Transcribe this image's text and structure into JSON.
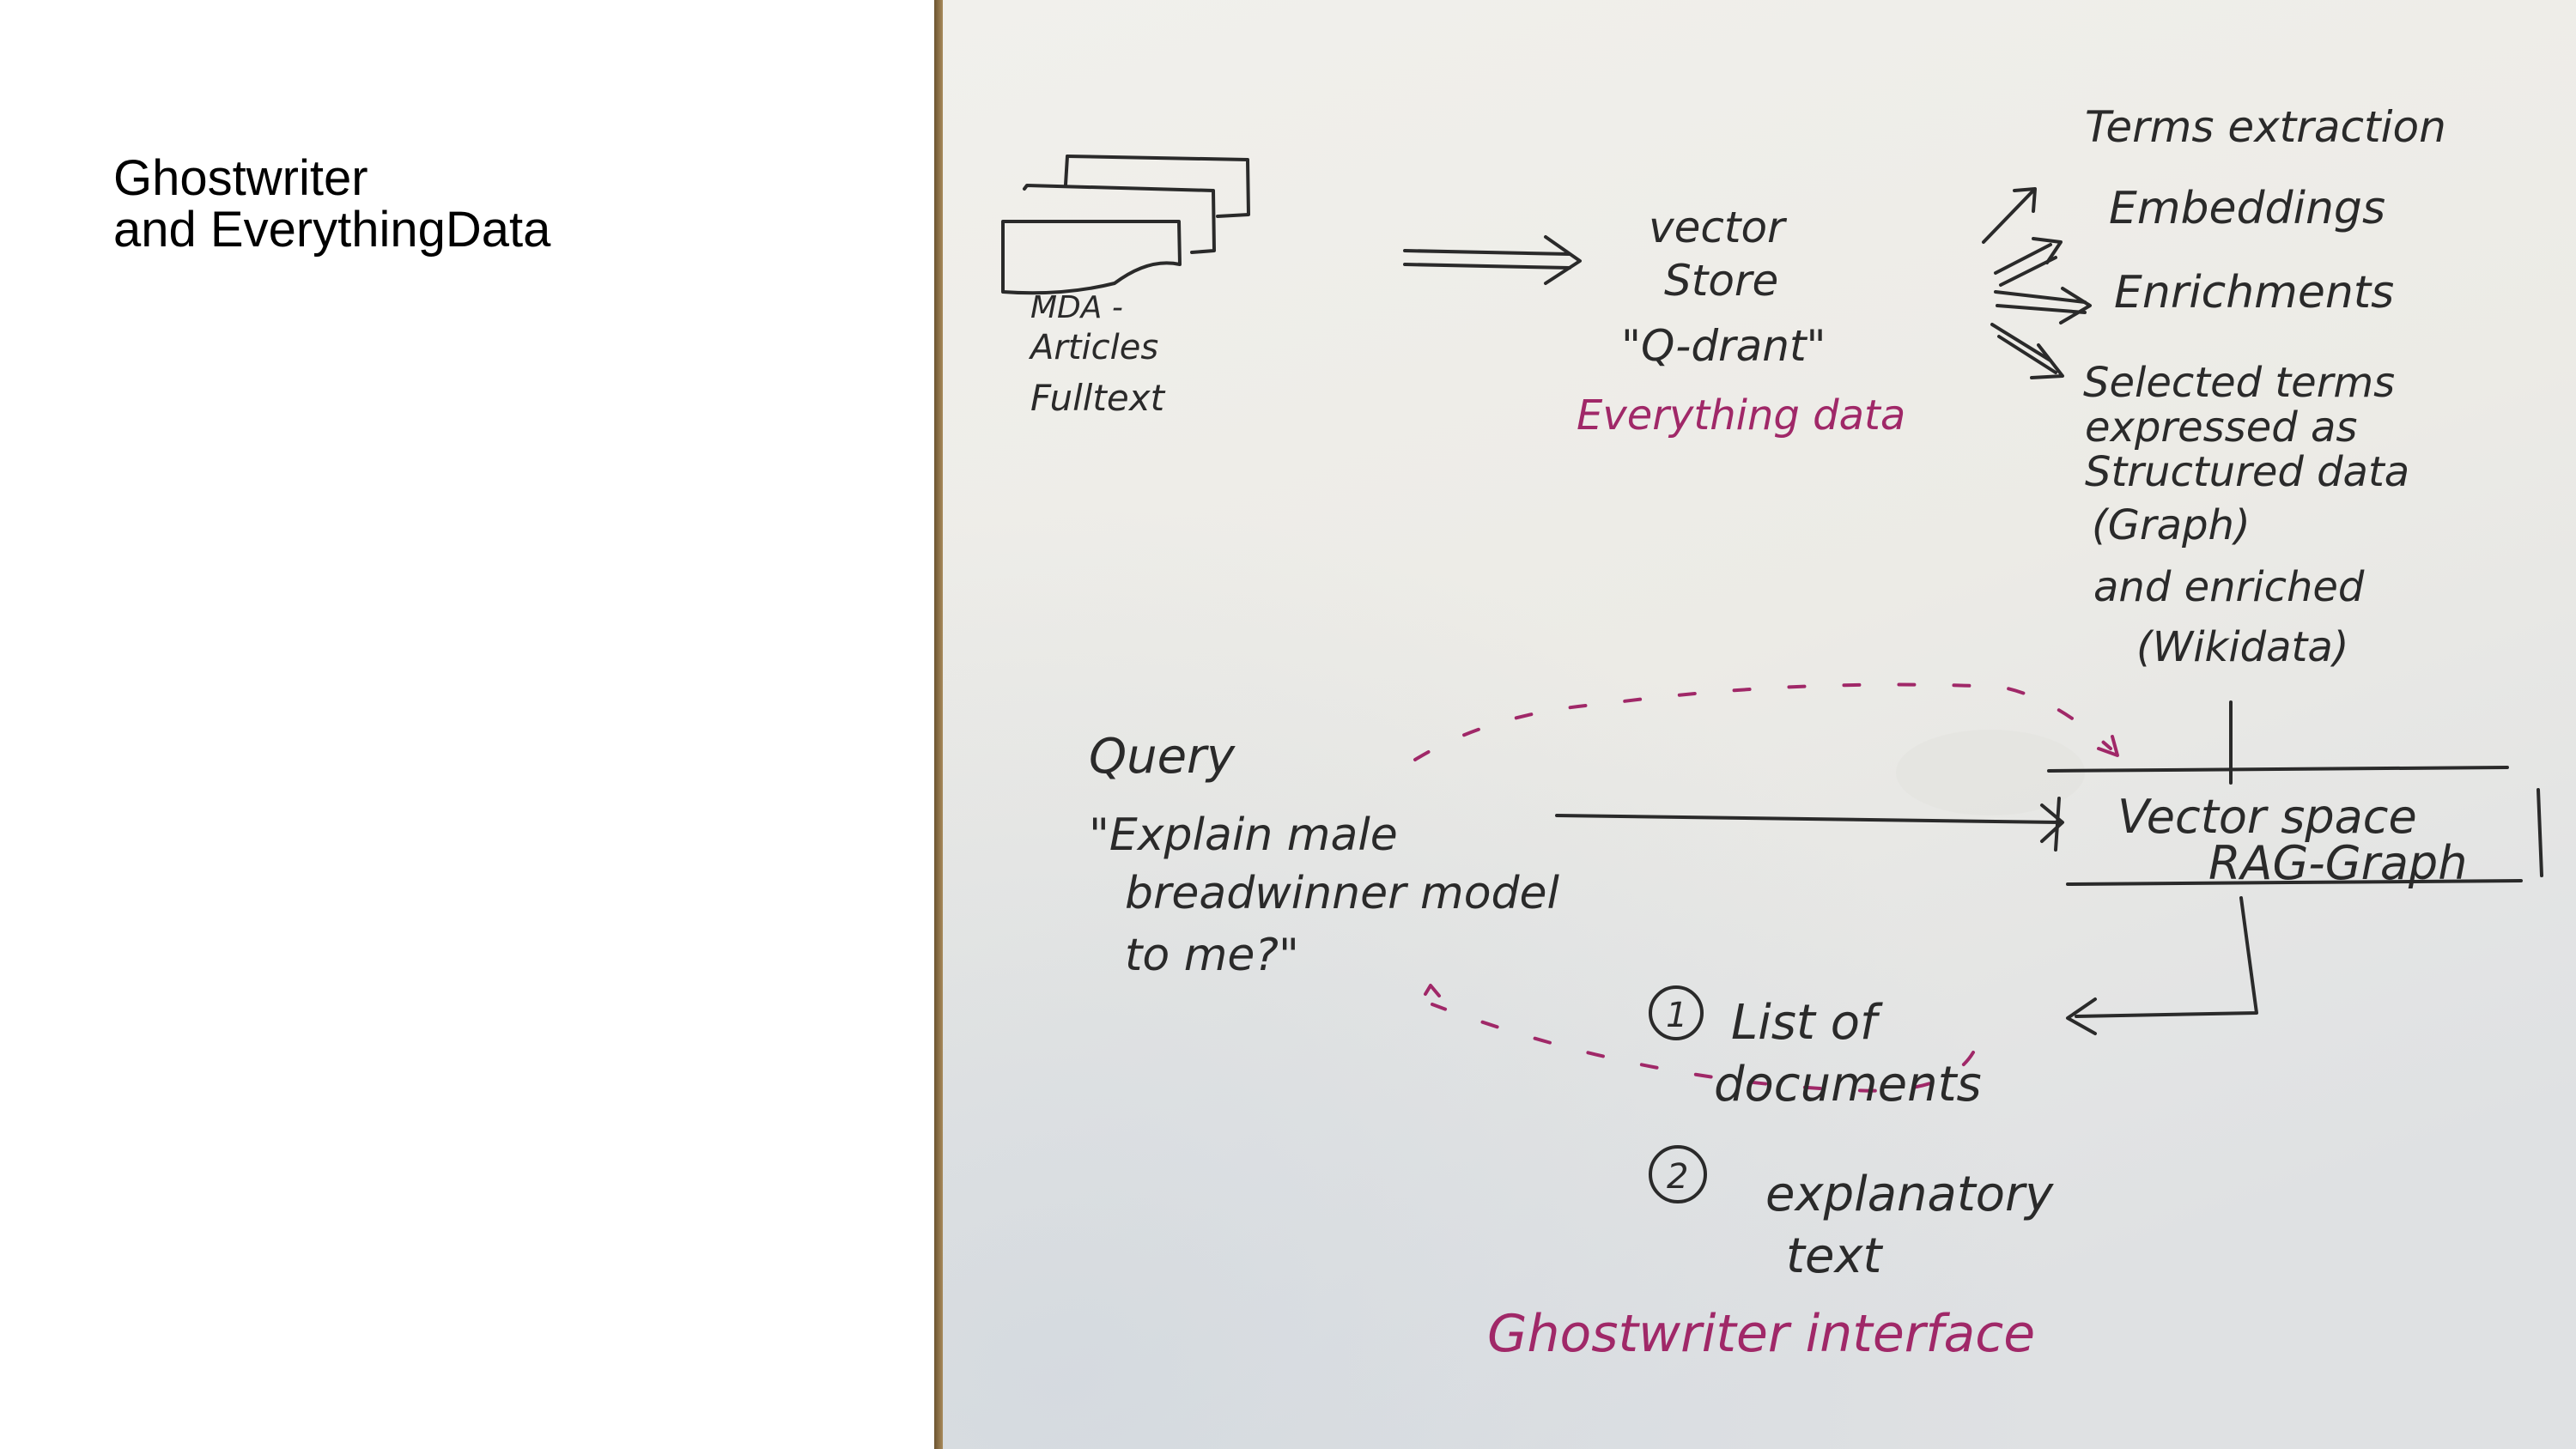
{
  "slide": {
    "title_line1": "Ghostwriter",
    "title_line2": "and EverythingData"
  },
  "sketch": {
    "source": {
      "line1": "MDA -",
      "line2": "Articles",
      "line3": "Fulltext"
    },
    "vector_store": {
      "line1": "vector",
      "line2": "Store",
      "line3": "\"Q-drant\"",
      "label": "Everything data"
    },
    "outputs": [
      "Terms extraction",
      "Embeddings",
      "Enrichments"
    ],
    "structured": [
      "Selected terms",
      "expressed as",
      "Structured data",
      "(Graph)",
      "and enriched",
      "(Wikidata)"
    ],
    "query": {
      "heading": "Query",
      "line1": "\"Explain male",
      "line2": "breadwinner model",
      "line3": "to me?\""
    },
    "vector_space": {
      "line1": "Vector space",
      "line2": "RAG-Graph"
    },
    "results": {
      "item1_number": "1",
      "item1_line1": "List of",
      "item1_line2": "documents",
      "item2_number": "2",
      "item2_line1": "explanatory",
      "item2_line2": "text"
    },
    "interface_label": "Ghostwriter interface"
  },
  "colors": {
    "ink": "#2a2a2a",
    "accent": "#a02868",
    "paper": "#efeeea"
  }
}
